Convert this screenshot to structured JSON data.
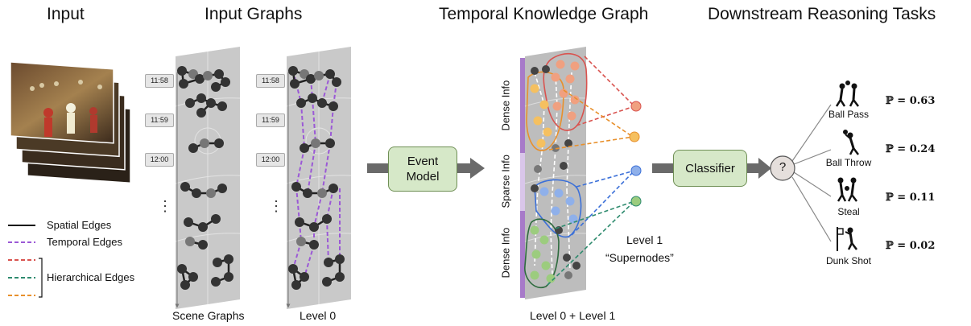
{
  "titles": {
    "input": "Input",
    "input_graphs": "Input Graphs",
    "tkg": "Temporal Knowledge Graph",
    "downstream": "Downstream Reasoning Tasks"
  },
  "timestamps": [
    "11:58",
    "11:59",
    "12:00"
  ],
  "legend": {
    "spatial": "Spatial Edges",
    "temporal": "Temporal Edges",
    "hierarchical": "Hierarchical Edges",
    "colors": {
      "spatial": "#111111",
      "temporal": "#9b59d6",
      "hier_red": "#d9534f",
      "hier_green": "#2e8b6e",
      "hier_orange": "#e8902c"
    }
  },
  "labels": {
    "scene_graphs": "Scene Graphs",
    "level0": "Level 0",
    "level01": "Level 0 + Level 1",
    "level1": "Level 1",
    "supernodes": "“Supernodes”",
    "dense_info_top": "Dense Info",
    "sparse_info": "Sparse Info",
    "dense_info_bottom": "Dense Info"
  },
  "boxes": {
    "event_model": "Event Model",
    "classifier": "Classifier",
    "question": "?"
  },
  "tasks": [
    {
      "name": "Ball Pass",
      "prob": "ℙ = 0.63",
      "icon": "ball-pass-icon"
    },
    {
      "name": "Ball Throw",
      "prob": "ℙ = 0.24",
      "icon": "ball-throw-icon"
    },
    {
      "name": "Steal",
      "prob": "ℙ = 0.11",
      "icon": "steal-icon"
    },
    {
      "name": "Dunk Shot",
      "prob": "ℙ = 0.02",
      "icon": "dunk-shot-icon"
    }
  ]
}
